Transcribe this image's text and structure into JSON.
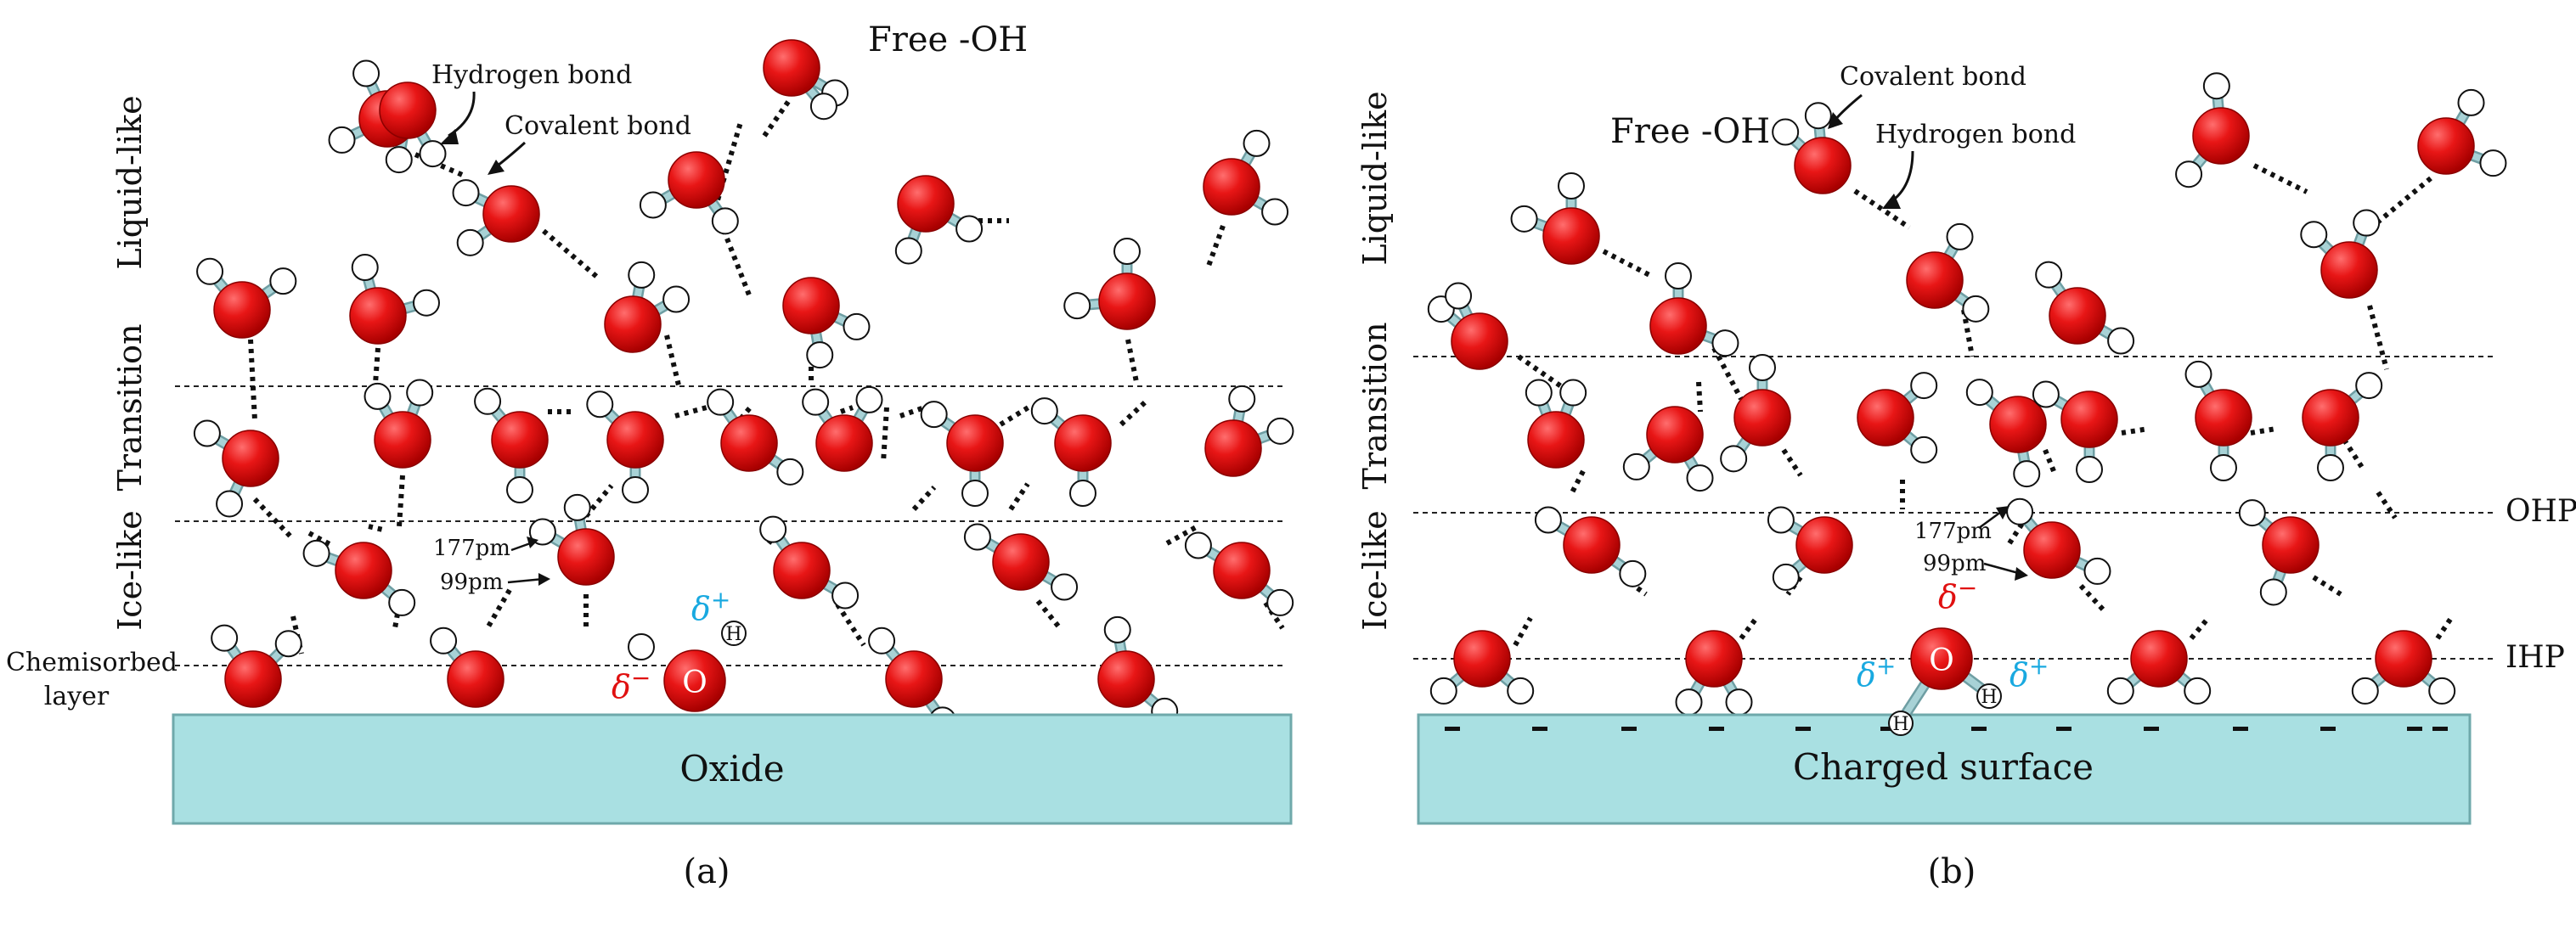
{
  "panel_a": {
    "caption": "(a)",
    "surface": "Oxide",
    "regions": [
      "Liquid-like",
      "Transition",
      "Ice-like"
    ],
    "chemisorbed": [
      "Chemisorbed",
      "layer"
    ],
    "labels": {
      "free_oh": "Free -OH",
      "hydrogen_bond": "Hydrogen bond",
      "covalent_bond": "Covalent bond",
      "hbond_length": "177pm",
      "covalent_length": "99pm",
      "delta_plus": "δ",
      "delta_minus": "δ",
      "plus_sup": "+",
      "minus_sup": "−",
      "oxygen": "O",
      "hydrogen": "H"
    }
  },
  "panel_b": {
    "caption": "(b)",
    "surface": "Charged surface",
    "regions": [
      "Liquid-like",
      "Transition",
      "Ice-like"
    ],
    "side_labels": [
      "OHP",
      "IHP"
    ],
    "labels": {
      "free_oh": "Free -OH",
      "covalent_bond": "Covalent bond",
      "hydrogen_bond": "Hydrogen bond",
      "hbond_length": "177pm",
      "covalent_length": "99pm",
      "delta_minus": "δ",
      "delta_plus": "δ",
      "plus_sup": "+",
      "minus_sup": "−",
      "oxygen": "O",
      "hydrogen": "H",
      "charge": "-"
    }
  },
  "colors": {
    "oxygen": "#e01010",
    "surface_fill": "#a9e0e2",
    "surface_stroke": "#6fa9ab",
    "bond": "#a8d2d6",
    "delta_plus": "#19a9e0",
    "delta_minus": "#e01010"
  }
}
